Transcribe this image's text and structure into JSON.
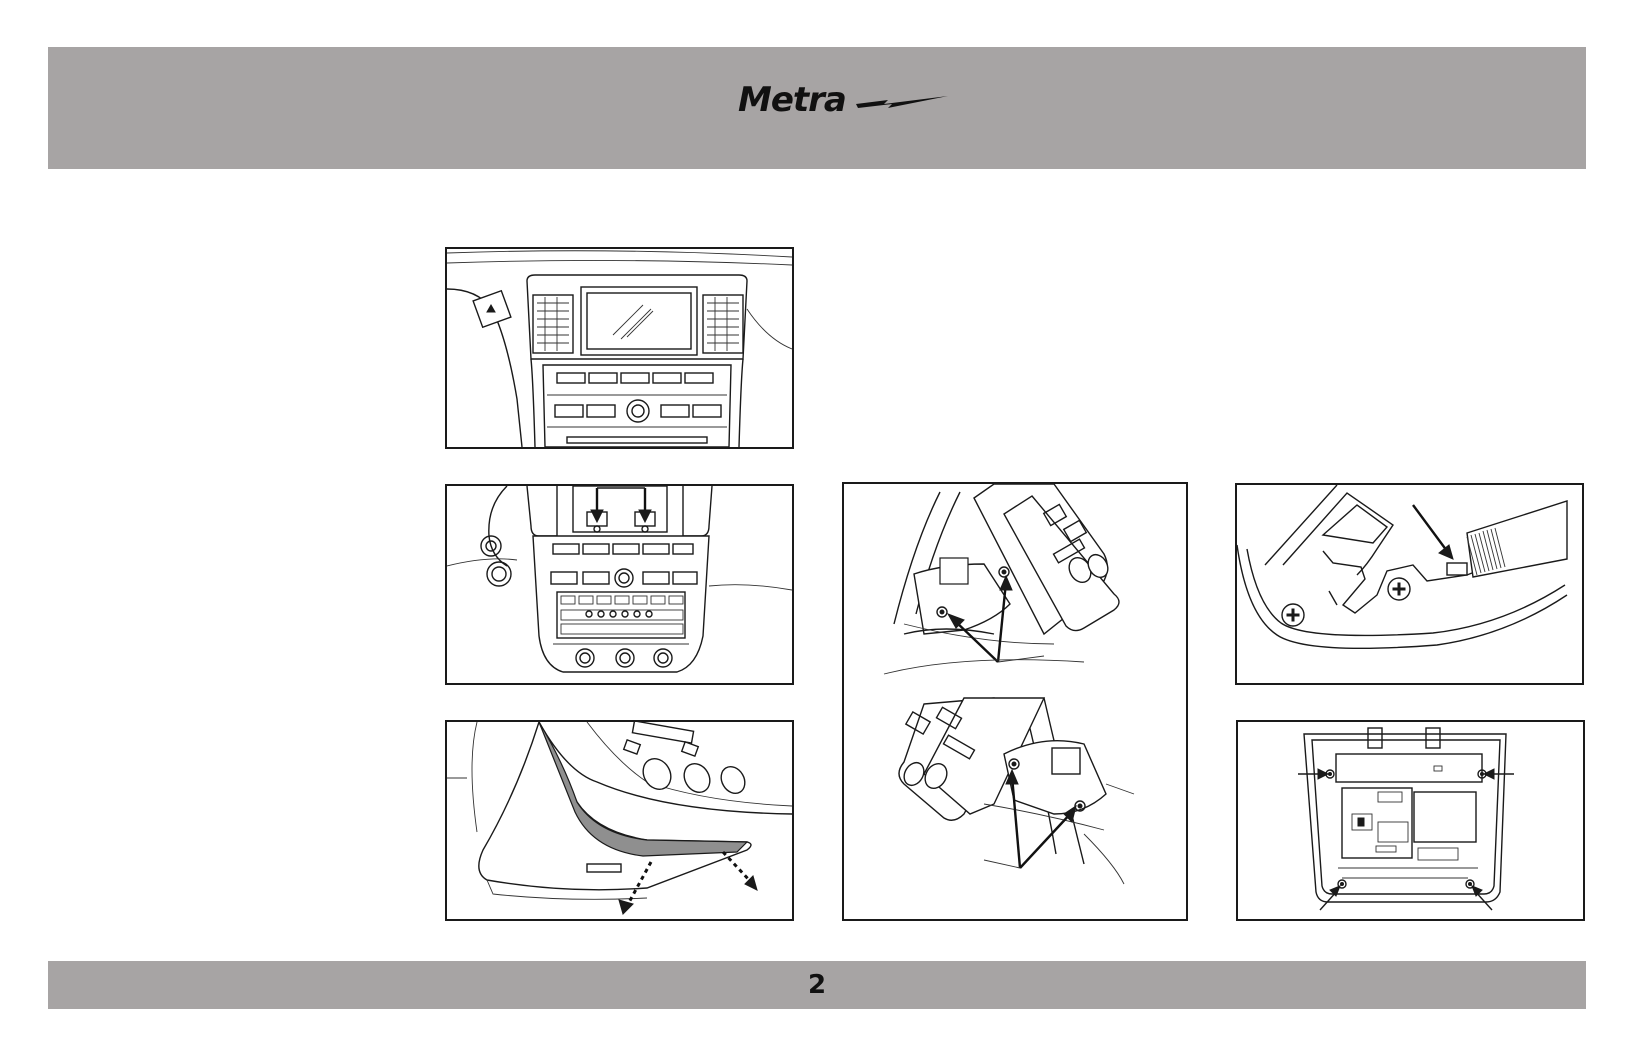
{
  "header": {
    "logo_text": "Metra",
    "band_color": "#a7a4a4"
  },
  "footer": {
    "page_number": "2"
  },
  "figures": [
    {
      "id": "figure-1",
      "depicts": "dash-radio-overview"
    },
    {
      "id": "figure-2",
      "depicts": "radio-screws"
    },
    {
      "id": "figure-3",
      "depicts": "trim-panel-removal"
    },
    {
      "id": "figure-4",
      "depicts": "bracket-screws"
    },
    {
      "id": "figure-5",
      "depicts": "ribbon-connector"
    },
    {
      "id": "figure-6",
      "depicts": "radio-chassis-screws"
    }
  ]
}
